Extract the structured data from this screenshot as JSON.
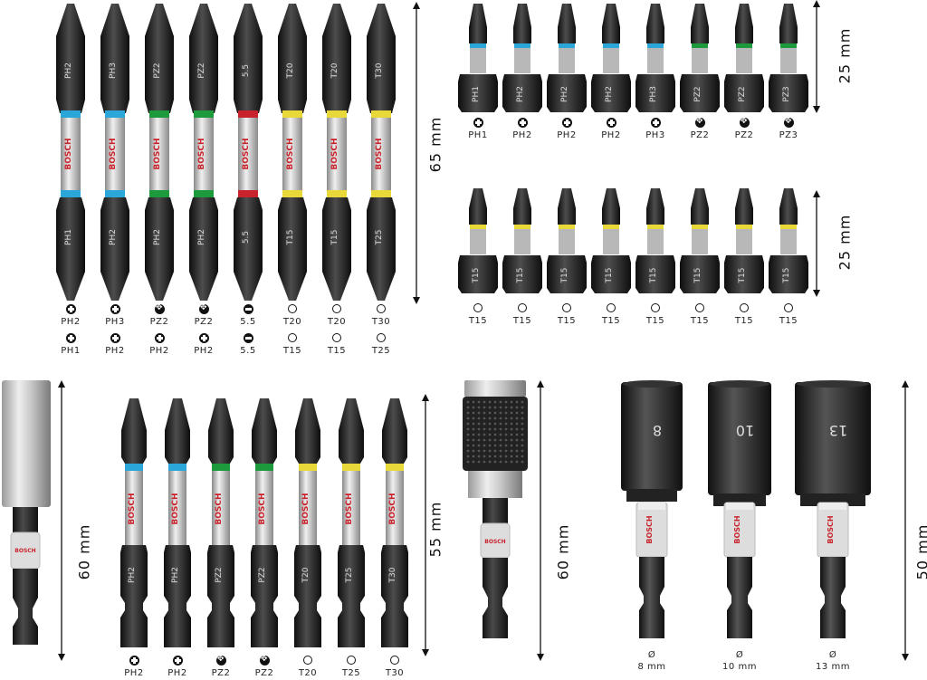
{
  "groups": {
    "double_bits_65": {
      "dimension": "65 mm",
      "top_labels": [
        "PH2",
        "PH3",
        "PZ2",
        "PZ2",
        "5.5",
        "T20",
        "T20",
        "T30"
      ],
      "bottom_labels": [
        "PH1",
        "PH2",
        "PH2",
        "PH2",
        "5.5",
        "T15",
        "T15",
        "T25"
      ],
      "top_types": [
        "ph",
        "ph",
        "pz",
        "pz",
        "sl",
        "tx",
        "tx",
        "tx"
      ],
      "bottom_types": [
        "ph",
        "ph",
        "ph",
        "ph",
        "sl",
        "tx",
        "tx",
        "tx"
      ],
      "band_colors": [
        "#2aa7d8",
        "#2aa7d8",
        "#1d9a3c",
        "#1d9a3c",
        "#c8232c",
        "#e8d83a",
        "#e8d83a",
        "#e8d83a"
      ],
      "brand": "BOSCH"
    },
    "ph_pz_bits_25": {
      "dimension": "25 mm",
      "labels": [
        "PH1",
        "PH2",
        "PH2",
        "PH2",
        "PH3",
        "PZ2",
        "PZ2",
        "PZ3"
      ],
      "types": [
        "ph",
        "ph",
        "ph",
        "ph",
        "ph",
        "pz",
        "pz",
        "pz"
      ],
      "band_colors": [
        "#2aa7d8",
        "#2aa7d8",
        "#2aa7d8",
        "#2aa7d8",
        "#2aa7d8",
        "#1d9a3c",
        "#1d9a3c",
        "#1d9a3c"
      ]
    },
    "torx_bits_25": {
      "dimension": "25 mm",
      "labels": [
        "T15",
        "T15",
        "T15",
        "T15",
        "T15",
        "T15",
        "T15",
        "T15"
      ],
      "types": [
        "tx",
        "tx",
        "tx",
        "tx",
        "tx",
        "tx",
        "tx",
        "tx"
      ]
    },
    "bit_holder_60": {
      "dimension": "60 mm",
      "brand": "BOSCH"
    },
    "bits_55": {
      "dimension": "55 mm",
      "labels": [
        "PH2",
        "PH2",
        "PZ2",
        "PZ2",
        "T20",
        "T25",
        "T30"
      ],
      "types": [
        "ph",
        "ph",
        "pz",
        "pz",
        "tx",
        "tx",
        "tx"
      ],
      "band_colors": [
        "#2aa7d8",
        "#2aa7d8",
        "#1d9a3c",
        "#1d9a3c",
        "#e8d83a",
        "#e8d83a",
        "#e8d83a"
      ]
    },
    "quick_holder_60": {
      "dimension": "60 mm",
      "brand": "BOSCH"
    },
    "nut_setters_50": {
      "dimension": "50 mm",
      "sizes": [
        "8",
        "10",
        "13"
      ],
      "labels": [
        "8 mm",
        "10 mm",
        "13 mm"
      ],
      "diameter_symbol": "Ø",
      "brand": "BOSCH"
    }
  }
}
